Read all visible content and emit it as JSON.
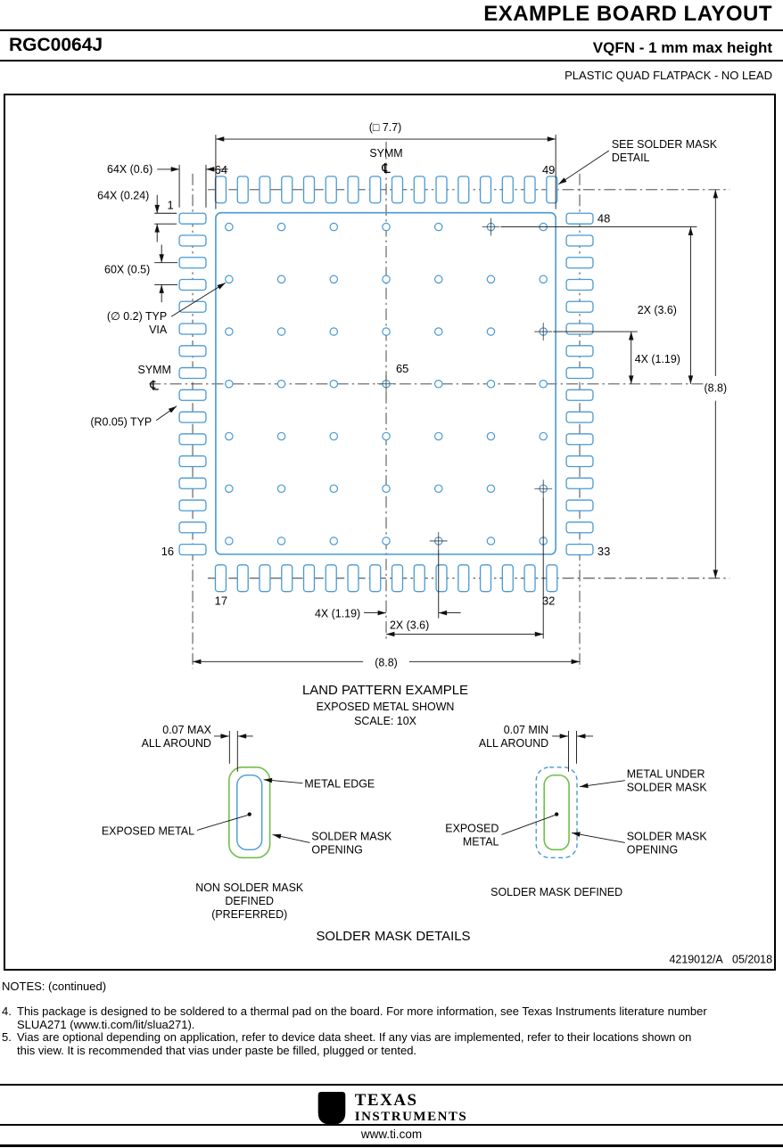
{
  "header": {
    "title": "EXAMPLE BOARD LAYOUT",
    "part_number": "RGC0064J",
    "package_height": "VQFN - 1 mm max height",
    "package_desc": "PLASTIC QUAD FLATPACK - NO LEAD"
  },
  "drawing": {
    "dim_top": "(□ 7.7)",
    "symm": "SYMM",
    "cl": "℄",
    "see_mask_line1": "SEE SOLDER MASK",
    "see_mask_line2": "DETAIL",
    "pad_len": "64X (0.6)",
    "pad_width": "64X (0.24)",
    "pad_pitch": "60X (0.5)",
    "via_dia_line1": "(∅ 0.2) TYP",
    "via_dia_line2": "VIA",
    "corner_radius": "(R0.05) TYP",
    "dim_2x_36_right": "2X (3.6)",
    "dim_4x_119_right": "4X (1.19)",
    "dim_88_right": "(8.8)",
    "dim_4x_119_bottom": "4X (1.19)",
    "dim_2x_36_bottom": "2X (3.6)",
    "dim_88_bottom": "(8.8)",
    "pin1": "1",
    "pin16": "16",
    "pin17": "17",
    "pin32": "32",
    "pin33": "33",
    "pin48": "48",
    "pin49": "49",
    "pin64": "64",
    "pin65": "65",
    "caption_title": "LAND PATTERN EXAMPLE",
    "caption_sub1": "EXPOSED METAL SHOWN",
    "caption_sub2": "SCALE: 10X"
  },
  "mask_details": {
    "left": {
      "dim_line1": "0.07 MAX",
      "dim_line2": "ALL AROUND",
      "metal_edge": "METAL EDGE",
      "exposed_metal": "EXPOSED METAL",
      "opening_line1": "SOLDER MASK",
      "opening_line2": "OPENING",
      "caption_line1": "NON SOLDER MASK",
      "caption_line2": "DEFINED",
      "caption_line3": "(PREFERRED)"
    },
    "right": {
      "dim_line1": "0.07 MIN",
      "dim_line2": "ALL AROUND",
      "metal_under_line1": "METAL UNDER",
      "metal_under_line2": "SOLDER MASK",
      "exposed_line1": "EXPOSED",
      "exposed_line2": "METAL",
      "opening_line1": "SOLDER MASK",
      "opening_line2": "OPENING",
      "caption": "SOLDER MASK DEFINED"
    },
    "section_title": "SOLDER MASK DETAILS"
  },
  "doc_number": "4219012/A   05/2018",
  "notes": {
    "heading": "NOTES: (continued)",
    "items": [
      {
        "num": "4.",
        "text": "This package is designed to be soldered to a thermal pad on the board. For more information, see Texas Instruments literature number SLUA271 (www.ti.com/lit/slua271)."
      },
      {
        "num": "5.",
        "text": "Vias are optional depending on application, refer to device data sheet. If any vias are implemented, refer to their locations shown on this view. It is recommended that vias under paste be filled, plugged or tented."
      }
    ]
  },
  "footer": {
    "brand_line1": "TEXAS",
    "brand_line2": "INSTRUMENTS",
    "url": "www.ti.com"
  },
  "colors": {
    "metal_blue": "#4899D4",
    "mask_green": "#70BF4A"
  }
}
